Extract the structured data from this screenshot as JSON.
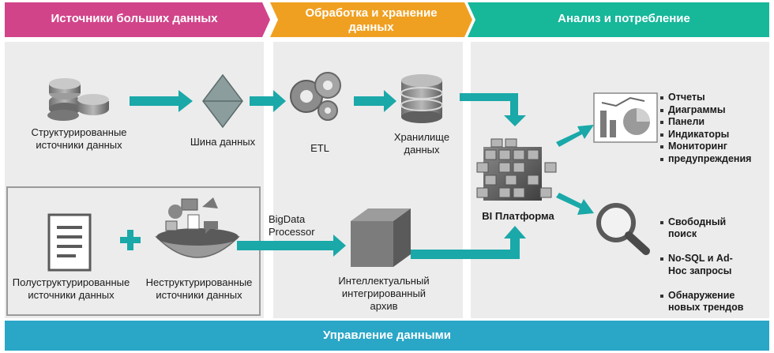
{
  "headers": {
    "sources": "Источники больших данных",
    "processing": "Обработка и хранение данных",
    "analysis": "Анализ и потребление"
  },
  "colors": {
    "sources_header": "#d1448a",
    "processing_header": "#f0a021",
    "analysis_header": "#17b79a",
    "footer": "#2aa6c7",
    "arrow": "#1aa8a8"
  },
  "nodes": {
    "structured_sources": "Структурированные\nисточники данных",
    "data_bus": "Шина данных",
    "etl": "ETL",
    "storage": "Хранилище\nданных",
    "semi_structured": "Полуструктурированные\nисточники данных",
    "unstructured": "Неструктурированные\nисточники данных",
    "bigdata_processor": "BigData\nProcessor",
    "archive": "Интеллектуальный\nинтегрированный\nархив",
    "bi_platform": "BI Платформа"
  },
  "reports_list": [
    "Отчеты",
    "Диаграммы",
    "Панели",
    "Индикаторы",
    "Мониторинг",
    "предупреждения"
  ],
  "search_list": [
    "Свободный\nпоиск",
    "No-SQL и Ad-\nHoc запросы",
    "Обнаружение\nновых трендов"
  ],
  "footer": "Управление данными"
}
